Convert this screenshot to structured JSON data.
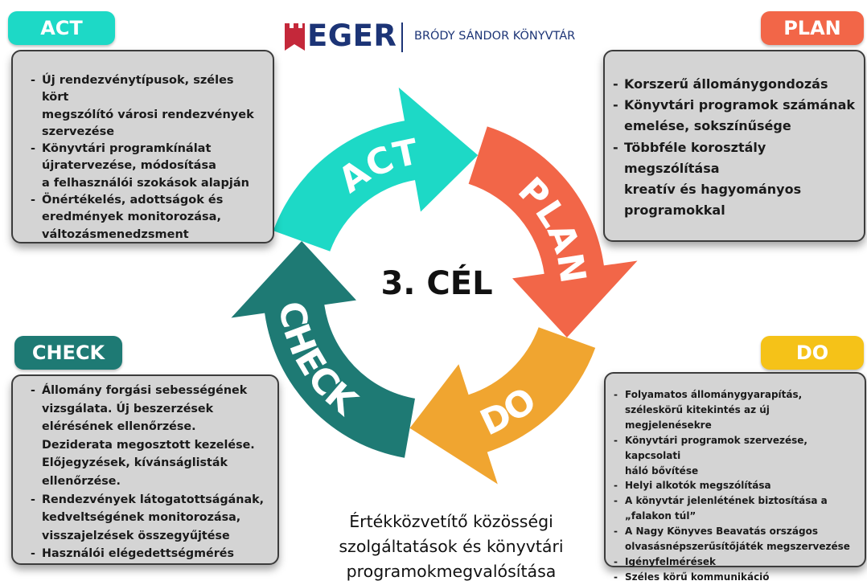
{
  "colors": {
    "act": "#1dd9c6",
    "plan": "#f26648",
    "check": "#1e7a74",
    "do": "#f0a530",
    "do_tab": "#f5c218",
    "logo_blue": "#1c3476",
    "logo_red": "#c4283a"
  },
  "logo": {
    "name": "EGER",
    "library": "BRÓDY SÁNDOR KÖNYVTÁR",
    "icon": "castle-tower-icon"
  },
  "center_title": "3. CÉL",
  "goal_text": "Értékközvetítő közösségi\nszolgáltatások és könyvtári\nprogramokmegvalósítása",
  "cycle_labels": {
    "act": "ACT",
    "plan": "PLAN",
    "do": "DO",
    "check": "CHECK"
  },
  "sections": {
    "act": {
      "title": "ACT",
      "items": [
        "Új rendezvénytípusok, széles kört\nmegszólító városi rendezvények\nszervezése",
        "Könyvtári programkínálat\nújratervezése, módosítása\na felhasználói szokások alapján",
        "Önértékelés, adottságok és\neredmények monitorozása,\nváltozásmenedzsment"
      ]
    },
    "plan": {
      "title": "PLAN",
      "items": [
        "Korszerű állománygondozás",
        "Könyvtári programok számának\nemelése, sokszínűsége",
        "Többféle korosztály megszólítása\nkreatív és hagyományos\nprogramokkal"
      ]
    },
    "check": {
      "title": "CHECK",
      "items": [
        "Állomány forgási sebességének\nvizsgálata. Új beszerzések\nelérésének ellenőrzése.\nDeziderata megosztott kezelése.\nElőjegyzések, kívánságlisták\nellenőrzése.",
        "Rendezvények látogatottságának,\nkedveltségének monitorozása,\nvisszajelzések összegyűjtése",
        "Használói elégedettségmérés"
      ]
    },
    "do": {
      "title": "DO",
      "items": [
        "Folyamatos állománygyarapítás,\nszéleskörű kitekintés az új megjelenésekre",
        "Könyvtári programok szervezése, kapcsolati\nháló bővítése",
        "Helyi alkotók megszólítása",
        "A könyvtár jelenlétének biztosítása a\n„falakon túl”",
        "A Nagy Könyves Beavatás országos\nolvasásnépszerűsítőjáték megszervezése",
        "Igényfelmérések",
        "Széles körű kommunikáció"
      ]
    }
  }
}
